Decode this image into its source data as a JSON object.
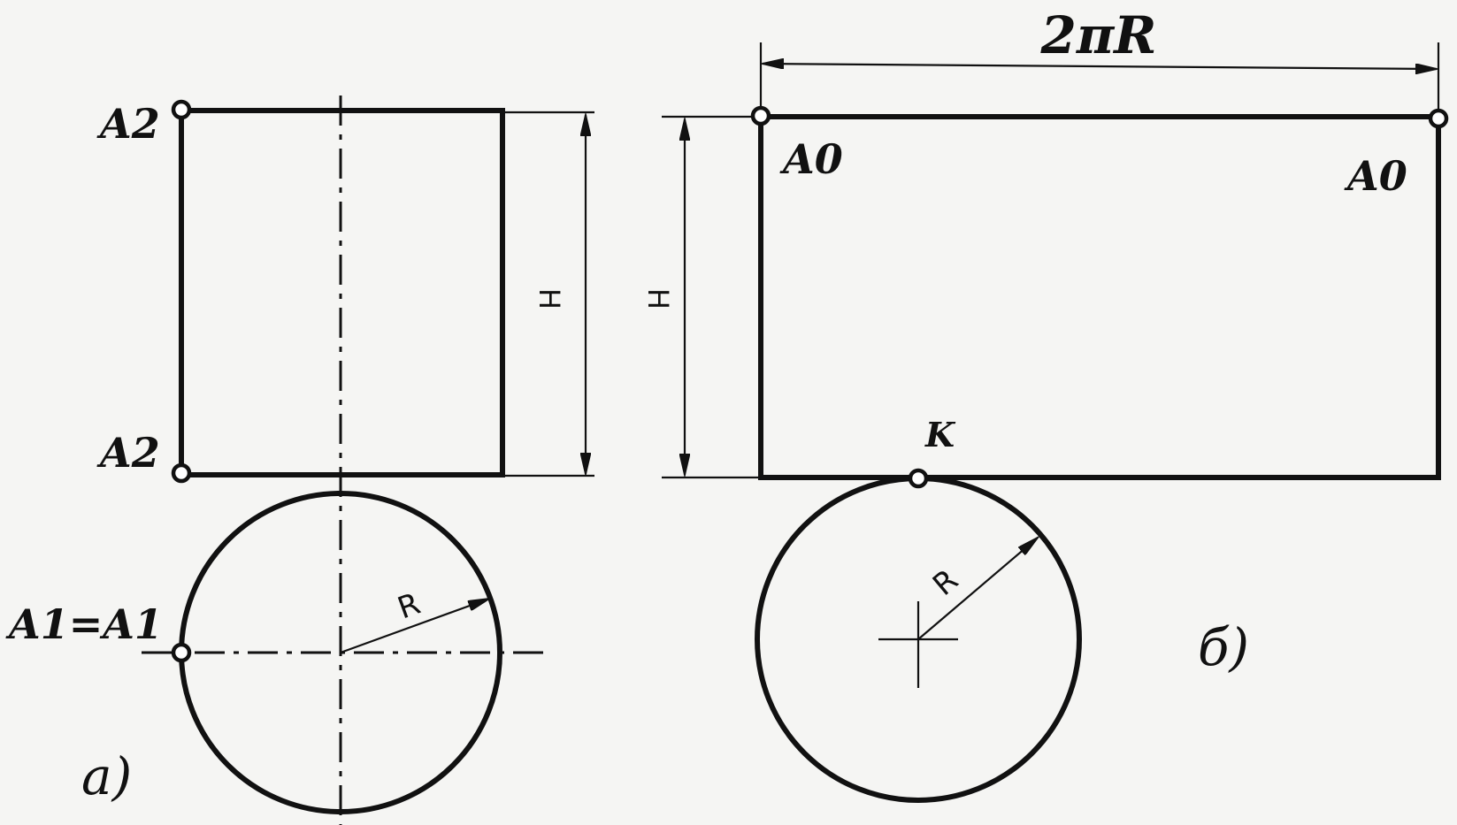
{
  "view_a": {
    "top_point_label": "A2",
    "bottom_point_label": "A2",
    "circle_point_label": "A1=A1",
    "height_label": "H",
    "radius_label": "R",
    "caption": "a)"
  },
  "view_b": {
    "width_label": "2πR",
    "left_point_label": "A0",
    "right_point_label": "A0",
    "tangent_point_label": "K",
    "height_label": "H",
    "radius_label": "R",
    "caption": "б)"
  },
  "colors": {
    "ink": "#111111",
    "paper": "#f5f5f3"
  }
}
